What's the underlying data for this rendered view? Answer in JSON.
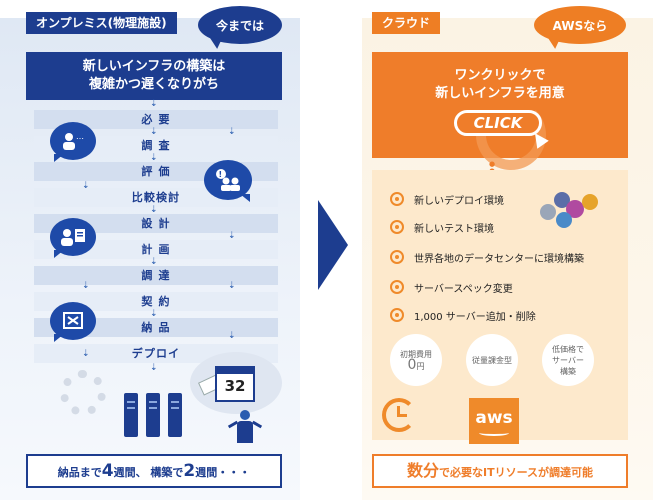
{
  "left": {
    "tag": "オンプレミス(物理施設)",
    "bubble": "今までは",
    "heading_line1": "新しいインフラの構築は",
    "heading_line2": "複雑かつ遅くなりがち",
    "steps": [
      "必 要",
      "調 査",
      "評 価",
      "比較検討",
      "設 計",
      "計 画",
      "調 達",
      "契 約",
      "納 品",
      "デプロイ"
    ],
    "calendar_day": "32",
    "footer_pre": "納品まで",
    "footer_num1": "4",
    "footer_mid1": "週間、 構築で",
    "footer_num2": "2",
    "footer_post": "週間・・・"
  },
  "right": {
    "tag": "クラウド",
    "bubble": "AWSなら",
    "heading_line1": "ワンクリックで",
    "heading_line2": "新しいインフラを用意",
    "click_label": "CLICK",
    "features": [
      "新しいデプロイ環境",
      "新しいテスト環境",
      "世界各地のデータセンターに環境構築",
      "サーバースペック変更",
      "1,000 サーバー追加・削除"
    ],
    "circle1_label": "初期費用",
    "circle1_value": "0",
    "circle1_unit": "円",
    "circle2_label": "従量課金型",
    "circle3_line1": "低価格で",
    "circle3_line2": "サーバー",
    "circle3_line3": "構築",
    "aws_logo_text": "aws",
    "footer_big": "数分",
    "footer_rest": "で必要なITリソースが調達可能"
  },
  "colors": {
    "navy": "#1d3d8f",
    "orange": "#ef7d2a",
    "left_bg": "#e6edf7",
    "right_bg": "#fde9cc"
  },
  "icons": [
    "speech-bubble-icon",
    "person-icon",
    "server-icon",
    "calendar-icon",
    "gear-icon",
    "target-icon",
    "clock-icon",
    "cloud-network-icon",
    "arrow-down-icon"
  ]
}
